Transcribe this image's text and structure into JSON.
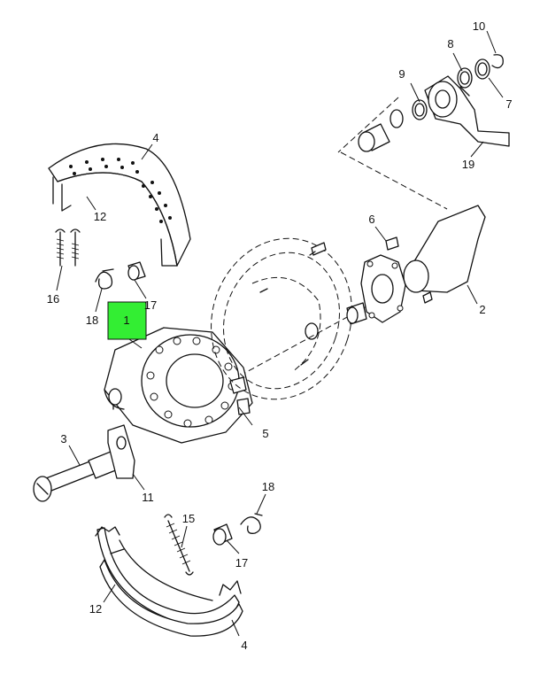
{
  "highlight_color": "#33ee33",
  "callouts": {
    "c1": "1",
    "c2": "2",
    "c3": "3",
    "c4_top": "4",
    "c4_bottom": "4",
    "c5": "5",
    "c6": "6",
    "c7": "7",
    "c8": "8",
    "c9": "9",
    "c10": "10",
    "c11": "11",
    "c12_top": "12",
    "c12_bottom": "12",
    "c15": "15",
    "c16": "16",
    "c17_top": "17",
    "c17_bottom": "17",
    "c18_top": "18",
    "c18_bottom": "18",
    "c19": "19"
  }
}
